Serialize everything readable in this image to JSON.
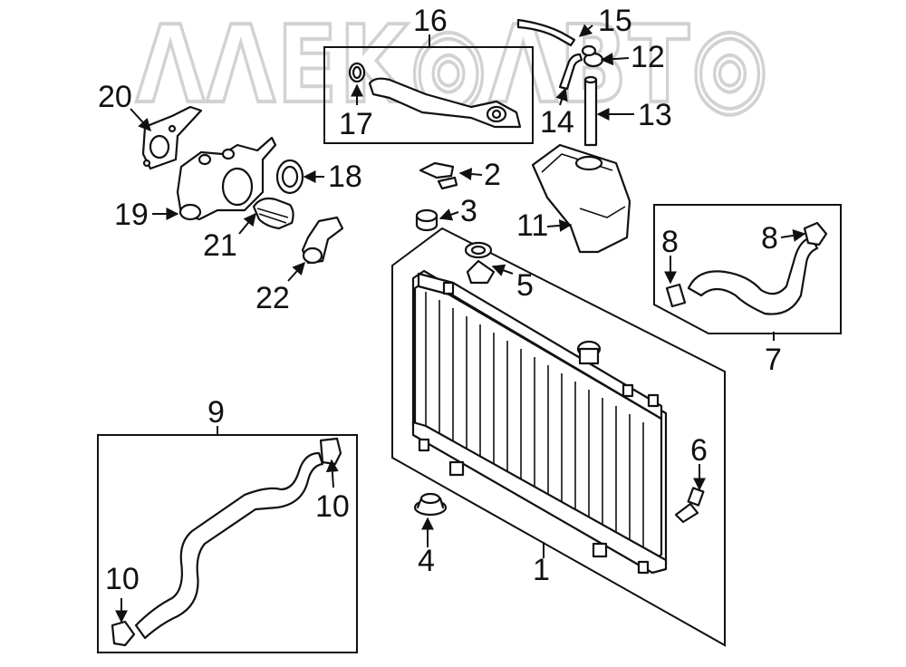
{
  "watermark": "ΛΛΕΚ◎ΛΒΤ◎",
  "callouts": {
    "c1": "1",
    "c2": "2",
    "c3": "3",
    "c4": "4",
    "c5": "5",
    "c6": "6",
    "c7": "7",
    "c8a": "8",
    "c8b": "8",
    "c9": "9",
    "c10a": "10",
    "c10b": "10",
    "c11": "11",
    "c12": "12",
    "c13": "13",
    "c14": "14",
    "c15": "15",
    "c16": "16",
    "c17": "17",
    "c18": "18",
    "c19": "19",
    "c20": "20",
    "c21": "21",
    "c22": "22"
  }
}
